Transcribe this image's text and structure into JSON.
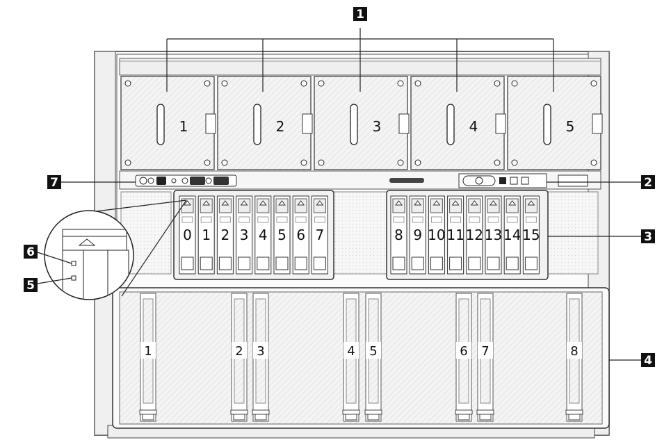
{
  "callouts": [
    "1",
    "2",
    "3",
    "4",
    "5",
    "6",
    "7"
  ],
  "fans": [
    "1",
    "2",
    "3",
    "4",
    "5"
  ],
  "drive_bays_left": [
    "0",
    "1",
    "2",
    "3",
    "4",
    "5",
    "6",
    "7"
  ],
  "drive_bays_right": [
    "8",
    "9",
    "10",
    "11",
    "12",
    "13",
    "14",
    "15"
  ],
  "pcie_slots": [
    "1",
    "2",
    "3",
    "4",
    "5",
    "6",
    "7",
    "8"
  ]
}
